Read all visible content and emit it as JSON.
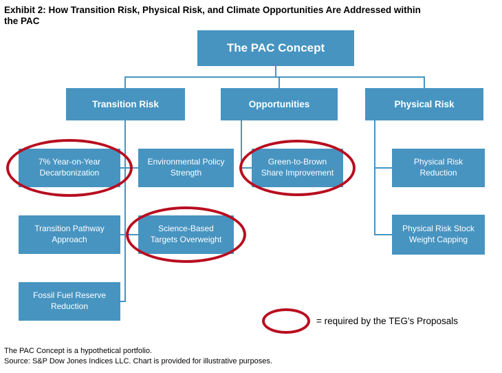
{
  "title_lines": [
    "Exhibit 2: How Transition Risk, Physical Risk, and Climate Opportunities Are Addressed within",
    "the PAC"
  ],
  "diagram": {
    "root": "The PAC Concept",
    "branches": {
      "transition": "Transition Risk",
      "opportunities": "Opportunities",
      "physical": "Physical Risk"
    },
    "nodes": {
      "decarbonization": "7% Year-on-Year Decarbonization",
      "env_policy": "Environmental Policy Strength",
      "green_brown": "Green-to-Brown Share Improvement",
      "phys_reduction": "Physical Risk Reduction",
      "pathway": "Transition Pathway Approach",
      "sbt": "Science-Based Targets Overweight",
      "phys_capping": "Physical Risk Stock Weight Capping",
      "fossil": "Fossil Fuel Reserve Reduction"
    },
    "highlighted_nodes": [
      "decarbonization",
      "green_brown",
      "sbt"
    ]
  },
  "legend": {
    "text": "= required by the TEG's Proposals"
  },
  "footnotes": [
    "The PAC Concept is a hypothetical portfolio.",
    "Source: S&P Dow Jones Indices LLC. Chart is provided for illustrative purposes."
  ],
  "colors": {
    "box_blue": "#4794C1",
    "connector_blue": "#4794C1",
    "highlight_red": "#B80D20"
  }
}
